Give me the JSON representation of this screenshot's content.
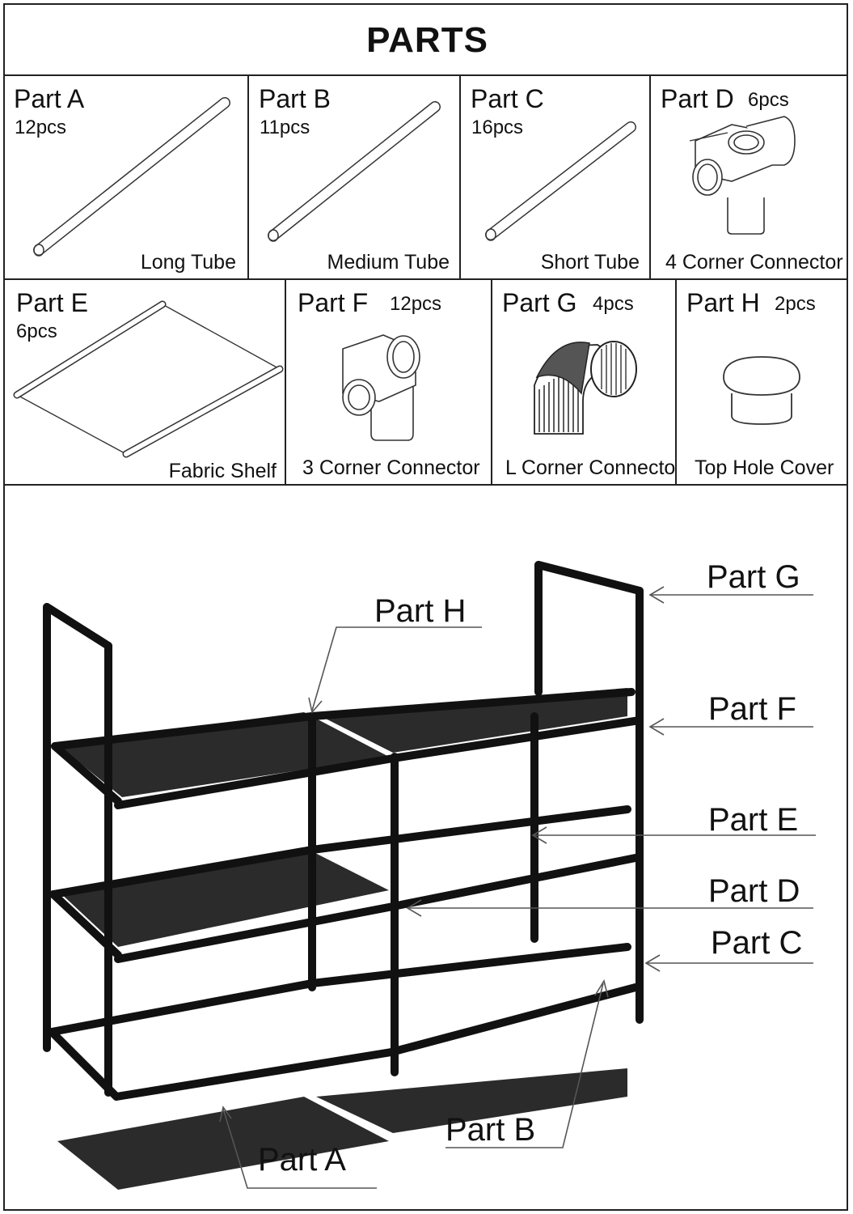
{
  "title": "PARTS",
  "parts": [
    {
      "name": "Part A",
      "qty": "12pcs",
      "desc": "Long Tube",
      "icon": "long-tube-icon"
    },
    {
      "name": "Part B",
      "qty": "11pcs",
      "desc": "Medium Tube",
      "icon": "medium-tube-icon"
    },
    {
      "name": "Part C",
      "qty": "16pcs",
      "desc": "Short Tube",
      "icon": "short-tube-icon"
    },
    {
      "name": "Part D",
      "qty": "6pcs",
      "desc": "4 Corner Connector",
      "icon": "four-corner-connector-icon"
    },
    {
      "name": "Part E",
      "qty": "6pcs",
      "desc": "Fabric Shelf",
      "icon": "fabric-shelf-icon"
    },
    {
      "name": "Part F",
      "qty": "12pcs",
      "desc": "3 Corner Connector",
      "icon": "three-corner-connector-icon"
    },
    {
      "name": "Part G",
      "qty": "4pcs",
      "desc": "L Corner Connector",
      "icon": "l-corner-connector-icon"
    },
    {
      "name": "Part H",
      "qty": "2pcs",
      "desc": "Top Hole Cover",
      "icon": "top-hole-cover-icon"
    }
  ],
  "callouts": {
    "g": "Part G",
    "h": "Part H",
    "f": "Part F",
    "e": "Part E",
    "d": "Part D",
    "c": "Part C",
    "b": "Part B",
    "a": "Part A"
  }
}
